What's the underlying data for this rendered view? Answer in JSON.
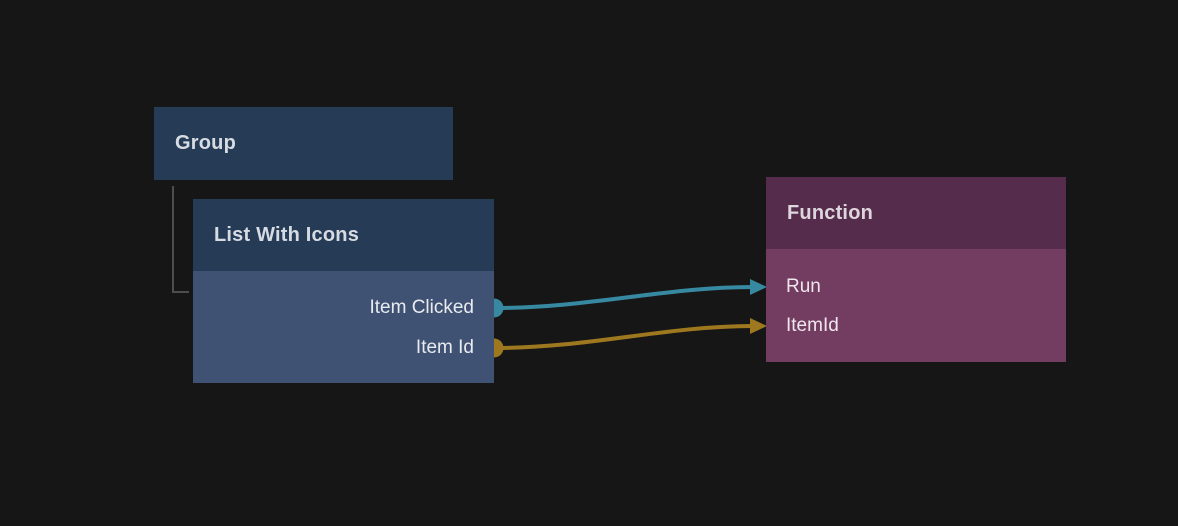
{
  "canvas": {
    "background": "#161616"
  },
  "nodes": [
    {
      "title": "Group",
      "kind": "group-header",
      "header_color": "#253B56"
    },
    {
      "title": "List With Icons",
      "kind": "node",
      "header_color": "#253B56",
      "body_color": "#405273",
      "outputs": [
        {
          "label": "Item Clicked",
          "port_color": "#3789A1"
        },
        {
          "label": "Item Id",
          "port_color": "#9E781F"
        }
      ]
    },
    {
      "title": "Function",
      "kind": "node",
      "header_color": "#552C4B",
      "body_color": "#733C61",
      "inputs": [
        {
          "label": "Run",
          "port_color": "#3789A1"
        },
        {
          "label": "ItemId",
          "port_color": "#9E781F"
        }
      ]
    }
  ],
  "edges": [
    {
      "from_node": "List With Icons",
      "from_port": "Item Clicked",
      "to_node": "Function",
      "to_port": "Run",
      "color": "#3789A1"
    },
    {
      "from_node": "List With Icons",
      "from_port": "Item Id",
      "to_node": "Function",
      "to_port": "ItemId",
      "color": "#9E781F"
    }
  ],
  "tree_connector": {
    "from": "Group",
    "to": "List With Icons",
    "color": "#4E4E4E"
  }
}
